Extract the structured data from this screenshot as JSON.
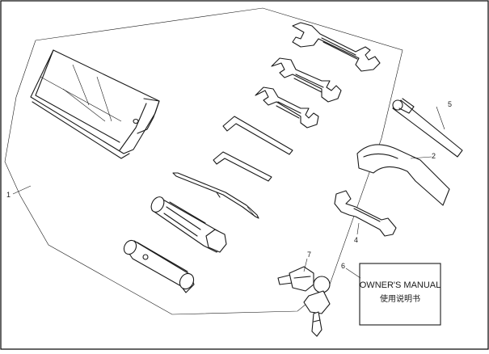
{
  "callouts": {
    "c1": "1",
    "c2": "2",
    "c4": "4",
    "c5": "5",
    "c6": "6",
    "c7": "7"
  },
  "manual": {
    "title": "OWNER'S MANUAL",
    "subtitle_cn": "使用说明书"
  },
  "colors": {
    "ink": "#1a1a1a",
    "background": "#ffffff",
    "frame": "#000000"
  }
}
